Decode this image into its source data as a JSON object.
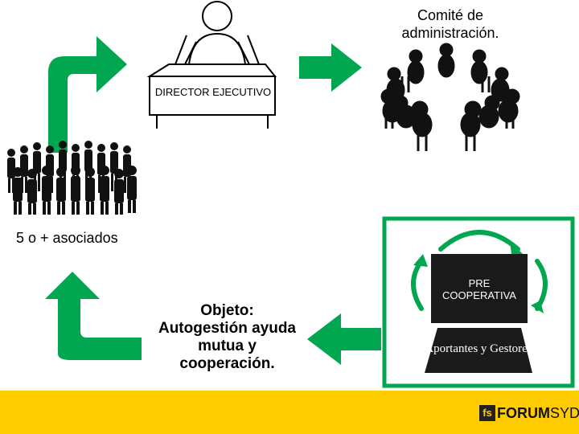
{
  "labels": {
    "committee": "Comité de administración.",
    "director": "DIRECTOR EJECUTIVO",
    "associates": "5 o + asociados",
    "objective": "Objeto: Autogestión ayuda mutua y cooperación.",
    "pre_cooperative": "PRE COOPERATIVA",
    "contributors": "Aportantes y Gestores"
  },
  "logo": {
    "mark": "fs",
    "part1": "FORUM",
    "part2": "SYD"
  },
  "colors": {
    "arrow": "#00a650",
    "footer": "#ffcc00",
    "box": "#1a1a1a"
  }
}
